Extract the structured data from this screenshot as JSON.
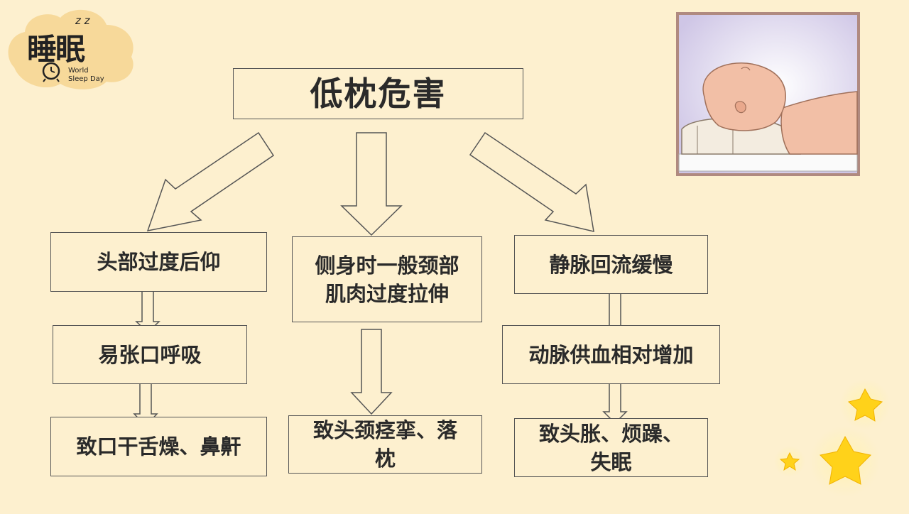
{
  "logo": {
    "main_text": "睡眠",
    "sub_line1": "World",
    "sub_line2": "Sleep Day",
    "zzz": "z z"
  },
  "diagram": {
    "title": "低枕危害",
    "columns": [
      {
        "cause": "头部过度后仰",
        "middle": "易张口呼吸",
        "result": "致口干舌燥、鼻鼾"
      },
      {
        "cause_line1": "侧身时一般颈部",
        "cause_line2": "肌肉过度拉伸",
        "result_line1": "致头颈痉挛、落",
        "result_line2": "枕"
      },
      {
        "cause": "静脉回流缓慢",
        "middle": "动脉供血相对增加",
        "result_line1": "致头胀、烦躁、",
        "result_line2": "失眠"
      }
    ]
  },
  "colors": {
    "background": "#fdf0cf",
    "border": "#555555",
    "logo_cloud": "#f6d590",
    "star": "#ffd21a"
  }
}
